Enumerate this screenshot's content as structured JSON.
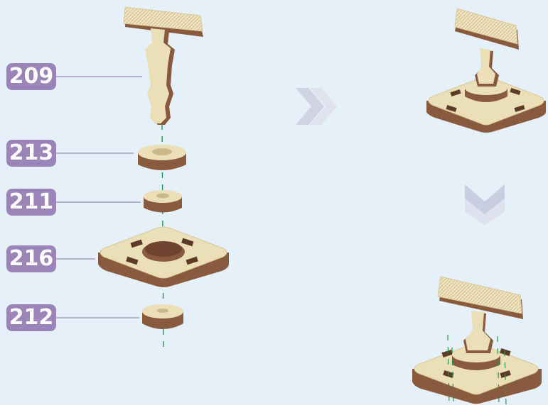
{
  "labels": [
    "209",
    "213",
    "211",
    "216",
    "212"
  ],
  "colors": {
    "background": "#e6f0f8",
    "label_fill": "#9b84b8",
    "label_text": "#ffffff",
    "leader_line": "#9c8bb5",
    "wood_top": "#eadfb7",
    "wood_edge": "#8a5a3e",
    "axis_line": "#1f9a4a",
    "arrow": "#c9cde0"
  },
  "icons": {
    "step_arrow_right": "chevron-right-icon",
    "step_arrow_down": "chevron-down-icon"
  }
}
